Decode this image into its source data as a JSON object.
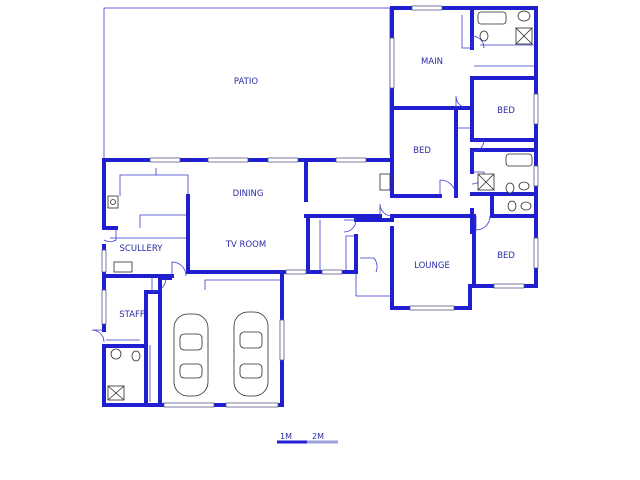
{
  "rooms": {
    "patio": "PATIO",
    "main": "MAIN",
    "bed_upper": "BED",
    "bed_mid": "BED",
    "dining": "DINING",
    "tv_room": "TV ROOM",
    "scullery": "SCULLERY",
    "lounge": "LOUNGE",
    "bed_right": "BED",
    "staff": "STAFF"
  },
  "scale": {
    "mark_1": "1M",
    "mark_2": "2M"
  },
  "colors": {
    "wall": "#1f1fd0",
    "label": "#2a2aa8"
  }
}
